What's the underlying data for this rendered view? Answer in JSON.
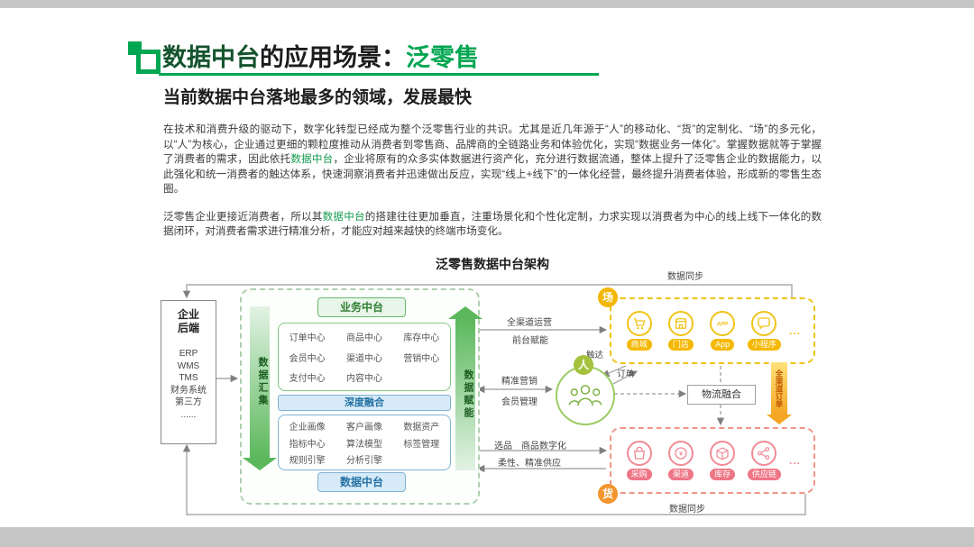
{
  "header": {
    "title_part1": "数据中台",
    "title_part2": "的应用场景：",
    "title_part3": "泛零售",
    "subtitle_segments": [
      {
        "t": "当前"
      },
      {
        "t": "数据中台",
        "serif": true
      },
      {
        "t": "落地最多的领域，发展最快"
      }
    ]
  },
  "body": {
    "paragraph1_segments": [
      {
        "t": "在技术和消费升级的驱动下，数字化转型已经成为整个泛零售行业的共识。尤其是近几年源于“人”的移动化、“货”的定制化、“场”的多元化，以“人”为核心，企业通过更细的颗粒度推动从消费者到零售商、品牌商的全链路业务和体验优化，实现“数据业务一体化”。掌握数据就等于掌握了消费者的需求，因此依托"
      },
      {
        "t": "数据中台",
        "serif": true,
        "green": true
      },
      {
        "t": "，企业将原有的众多实体数据进行资产化，充分进行数据流通，整体上提升了泛零售企业的数据能力，以此强化和统一消费者的触达体系，快速洞察消费者并迅速做出反应，实现“线上+线下”的一体化经营，最终提升消费者体验，形成新的零售生态圈。"
      }
    ],
    "paragraph2_segments": [
      {
        "t": "泛零售企业更接近消费者，所以其"
      },
      {
        "t": "数据中台",
        "serif": true,
        "green": true
      },
      {
        "t": "的搭建往往更加垂直，注重场景化和个性化定制，力求实现以消费者为中心的线上线下一体化的数据闭环，对消费者需求进行精准分析，才能应对越来越快的终端市场变化。"
      }
    ]
  },
  "diagram": {
    "title": "泛零售数据中台架构",
    "backend": {
      "title": "企业\n后端",
      "items": [
        "ERP",
        "WMS",
        "TMS",
        "财务系统",
        "第三方",
        "......"
      ]
    },
    "arrows": {
      "collect": "数据汇集",
      "enable": "数据赋能",
      "omni_order": "全渠道订单"
    },
    "business": {
      "title": "业务中台",
      "items": [
        "订单中心",
        "商品中心",
        "库存中心",
        "会员中心",
        "渠道中心",
        "营销中心",
        "支付中心",
        "内容中心"
      ]
    },
    "fusion": "深度融合",
    "dataplat": {
      "title": "数据中台",
      "items": [
        "企业画像",
        "客户画像",
        "数据资产",
        "指标中心",
        "算法模型",
        "标签管理",
        "规则引擎",
        "分析引擎"
      ]
    },
    "person_badge": "人",
    "scene": {
      "badge": "场",
      "items": [
        {
          "label": "商城",
          "icon": "cart-icon"
        },
        {
          "label": "门店",
          "icon": "store-icon"
        },
        {
          "label": "App",
          "icon": "app-icon"
        },
        {
          "label": "小程序",
          "icon": "miniprogram-icon"
        }
      ],
      "more": "..."
    },
    "goods": {
      "badge": "货",
      "items": [
        {
          "label": "采购",
          "icon": "purchase-icon"
        },
        {
          "label": "渠道",
          "icon": "channel-icon"
        },
        {
          "label": "库存",
          "icon": "inventory-icon"
        },
        {
          "label": "供应链",
          "icon": "supplychain-icon"
        }
      ],
      "more": "..."
    },
    "logistics_label": "物流融合",
    "labels": {
      "omni_ops": "全渠道运营",
      "front_enable": "前台赋能",
      "touch": "触达",
      "order": "订单",
      "marketing": "精准营销",
      "member": "会员管理",
      "selection": "选品　商品数字化",
      "supply": "柔性、精准供应",
      "sync_top": "数据同步",
      "sync_bottom": "数据同步"
    },
    "accent_colors": {
      "green": "#00a651",
      "yellow": "#f0c419",
      "pink": "#ee7585",
      "orange": "#f2952e",
      "blue": "#2471a3"
    }
  }
}
